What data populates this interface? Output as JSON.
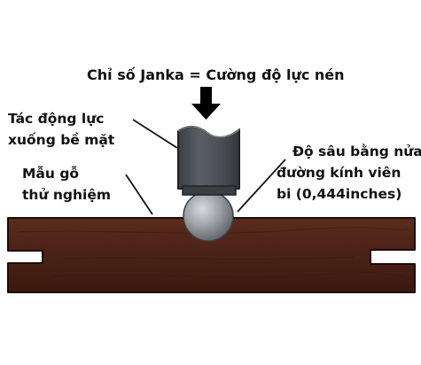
{
  "title": "Chỉ số Janka = Cường độ lực nén",
  "labels": {
    "force_line1": "Tác động lực",
    "force_line2": "xuống bề mặt",
    "sample_line1": "Mẫu gỗ",
    "sample_line2": "thử nghiệm",
    "depth_line1": "Độ sâu bằng nửa",
    "depth_line2": "đường kính viên",
    "depth_line3": "bi (0,444inches)"
  },
  "icons": {
    "press_arrow": "down-arrow-icon"
  },
  "colors": {
    "wood": "#4a2216",
    "wood_edge": "#1e0a05",
    "plunger": "#4b4f55",
    "ball": "#9a9ea3",
    "text": "#111111"
  }
}
